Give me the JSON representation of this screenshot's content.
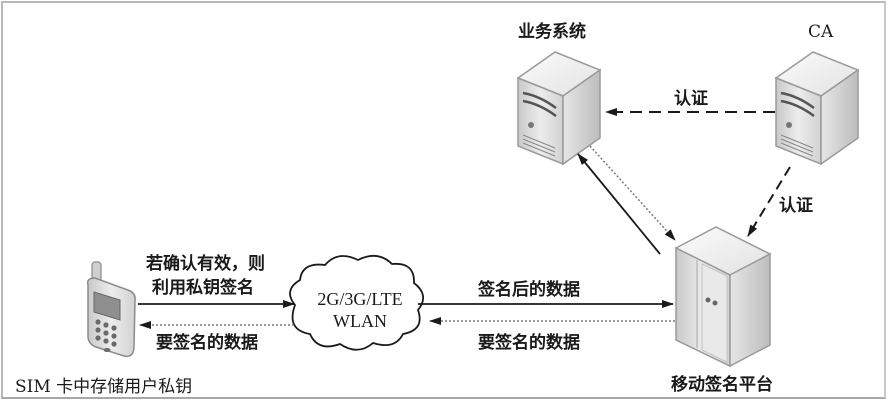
{
  "nodes": {
    "business_system": "业务系统",
    "ca": "CA",
    "mobile_platform": "移动签名平台",
    "phone": "SIM 卡中存储用户私钥",
    "network_line1": "2G/3G/LTE",
    "network_line2": "WLAN"
  },
  "edges": {
    "ca_to_business": "认证",
    "ca_to_platform": "认证",
    "phone_to_network_line1": "若确认有效，则",
    "phone_to_network_line2": "利用私钥签名",
    "network_to_phone": "要签名的数据",
    "network_to_platform": "签名后的数据",
    "platform_to_network": "要签名的数据"
  },
  "colors": {
    "line": "#1a1a1a",
    "dotted": "#7a7a7a",
    "server_light": "#f2f2f2",
    "server_mid": "#d6d6d6",
    "server_dark": "#a9a9a9",
    "border": "#b8b8b8"
  }
}
